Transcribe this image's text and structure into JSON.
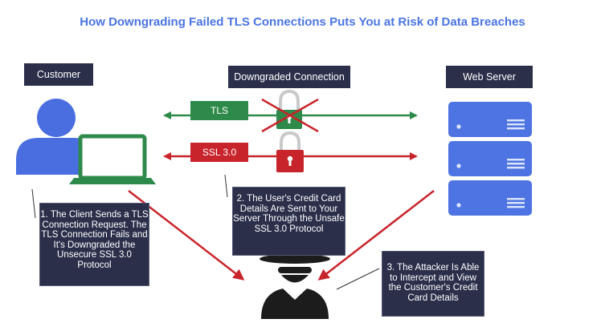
{
  "title": "How Downgrading Failed TLS Connections Puts You at Risk of Data Breaches",
  "labels": {
    "customer": "Customer",
    "downgraded": "Downgraded Connection",
    "server": "Web Server"
  },
  "tags": {
    "tls": "TLS",
    "ssl": "SSL 3.0"
  },
  "notes": {
    "step1": "1. The Client Sends a TLS Connection Request. The TLS Connection Fails and It's Downgraded the Unsecure SSL 3.0 Protocol",
    "step2": "2. The User's Credit Card Details Are Sent to Your Server Through the Unsafe SSL 3.0 Protocol",
    "step3": "3. The Attacker Is Able to Intercept and View the Customer's Credit Card Details"
  },
  "colors": {
    "title": "#4a74e0",
    "label_bg": "#2b2f4a",
    "tls_green": "#2e8a4a",
    "ssl_red": "#c8242b",
    "person_blue": "#4a6ee0",
    "server_blue": "#4d74e2"
  }
}
